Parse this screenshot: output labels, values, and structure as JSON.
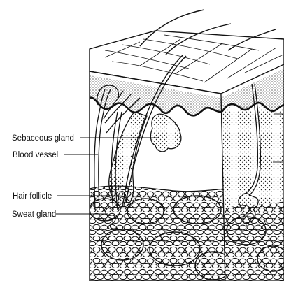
{
  "diagram": {
    "labels": {
      "sebaceous_gland": "Sebaceous gland",
      "blood_vessel": "Blood vessel",
      "hair_follicle": "Hair follicle",
      "sweat_gland": "Sweat gland"
    },
    "colors": {
      "ink": "#111111",
      "paper": "#ffffff"
    }
  }
}
